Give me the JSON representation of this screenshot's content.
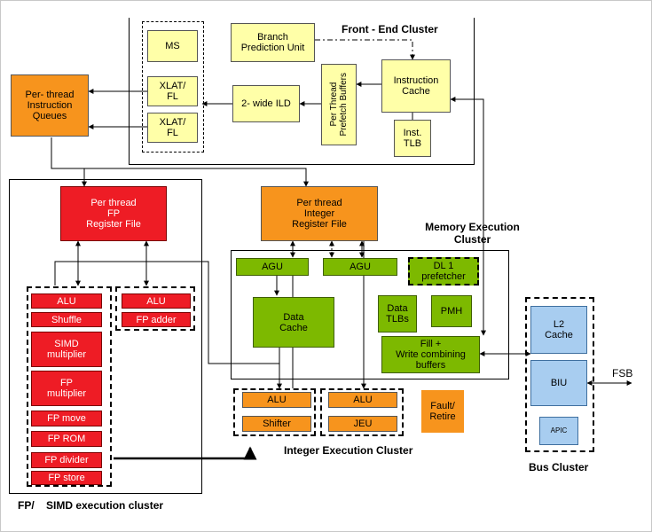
{
  "clusters": {
    "front_end": "Front -   End Cluster",
    "memory": "Memory Execution\nCluster",
    "integer": "Integer Execution Cluster",
    "bus": "Bus Cluster",
    "fp_simd": "FP/    SIMD execution cluster"
  },
  "front_end": {
    "ms": "MS",
    "branch_prediction": "Branch\nPrediction Unit",
    "xlat_fl_1": "XLAT/\nFL",
    "xlat_fl_2": "XLAT/\nFL",
    "ild": "2- wide ILD",
    "prefetch_buffers": "Per Thread\nPrefetch Buffers",
    "instruction_cache": "Instruction\nCache",
    "inst_tlb": "Inst.\nTLB"
  },
  "instruction_queues": "Per- thread\nInstruction\nQueues",
  "fp_register_file": "Per thread\nFP\nRegister File",
  "int_register_file": "Per thread\nInteger\nRegister File",
  "fp_units": {
    "alu_1": "ALU",
    "shuffle": "Shuffle",
    "simd_multiplier": "SIMD\nmultiplier",
    "fp_multiplier": "FP\nmultiplier",
    "fp_move": "FP move",
    "fp_rom": "FP ROM",
    "fp_divider": "FP divider",
    "fp_store": "FP store",
    "alu_2": "ALU",
    "fp_adder": "FP adder"
  },
  "memory_units": {
    "agu_1": "AGU",
    "agu_2": "AGU",
    "dl1_prefetcher": "DL 1\nprefetcher",
    "data_cache": "Data\nCache",
    "data_tlbs": "Data\nTLBs",
    "pmh": "PMH",
    "fill_buffers": "Fill +\nWrite combining\nbuffers"
  },
  "integer_units": {
    "alu_1": "ALU",
    "shifter": "Shifter",
    "alu_2": "ALU",
    "jeu": "JEU"
  },
  "fault_retire": "Fault/\nRetire",
  "bus_units": {
    "l2_cache": "L2\nCache",
    "biu": "BIU",
    "apic": "APIC"
  },
  "fsb": "FSB"
}
